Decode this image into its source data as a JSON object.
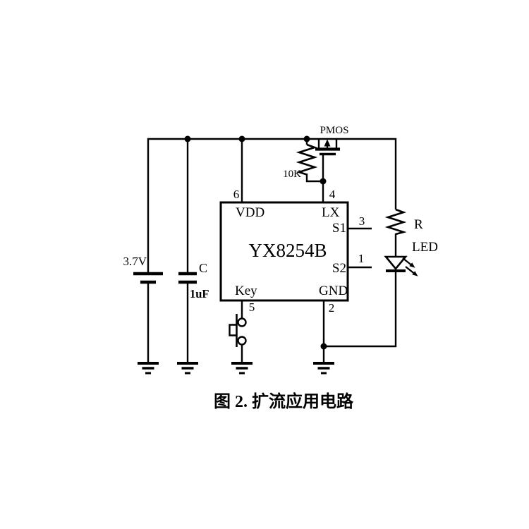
{
  "page": {
    "background": "#ffffff",
    "ink": "#000000"
  },
  "caption": "图 2. 扩流应用电路",
  "ic": {
    "name": "YX8254B",
    "pins": {
      "vdd": {
        "label": "VDD",
        "number": "6"
      },
      "lx": {
        "label": "LX",
        "number": "4"
      },
      "s1": {
        "label": "S1",
        "number": "3"
      },
      "s2": {
        "label": "S2",
        "number": "1"
      },
      "key": {
        "label": "Key",
        "number": "5"
      },
      "gnd": {
        "label": "GND",
        "number": "2"
      }
    }
  },
  "components": {
    "battery": {
      "voltage": "3.7V"
    },
    "capacitor": {
      "name": "C",
      "value": "1uF"
    },
    "gate_resistor": {
      "value": "10K"
    },
    "transistor": {
      "type": "PMOS"
    },
    "current_resistor": {
      "name": "R"
    },
    "led": {
      "name": "LED"
    }
  }
}
